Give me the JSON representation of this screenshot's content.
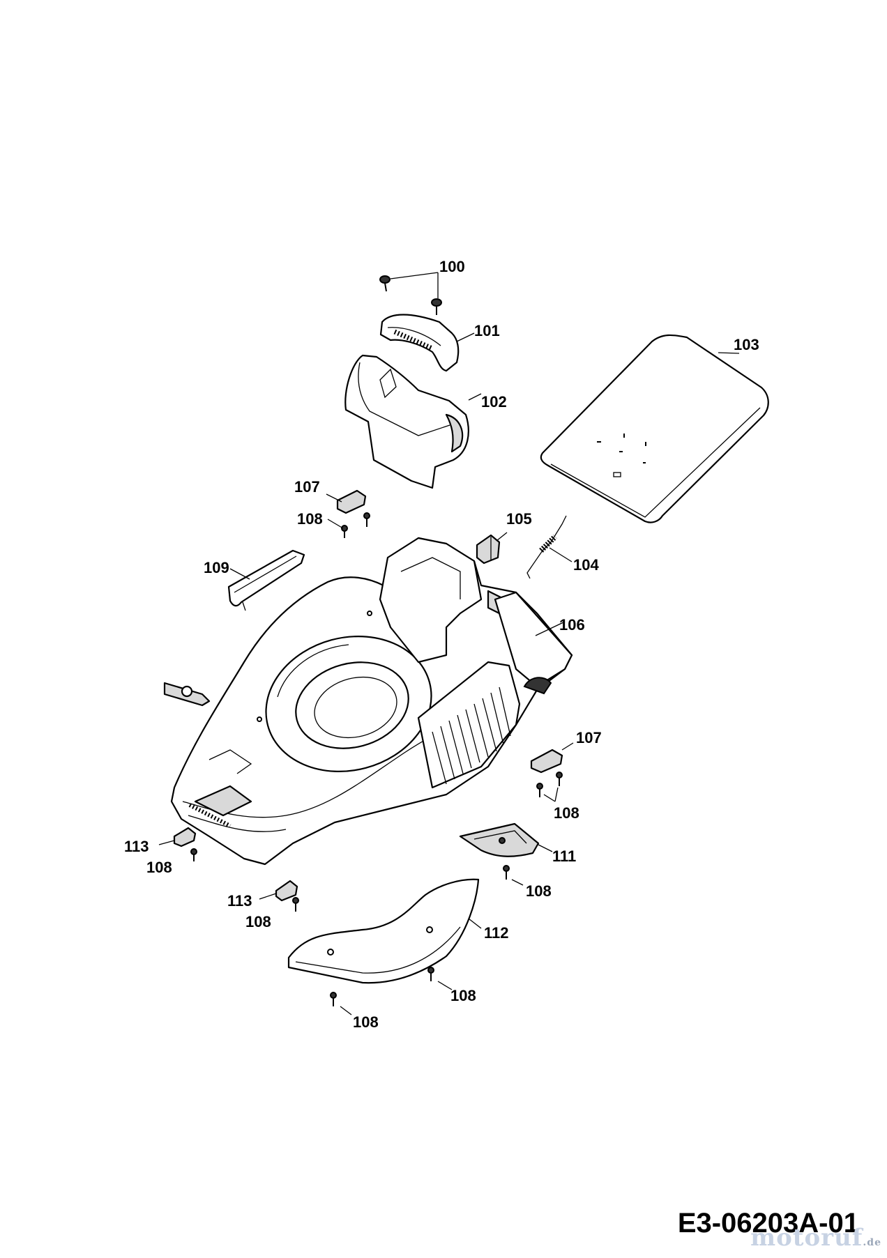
{
  "diagram": {
    "code": "E3-06203A-01",
    "watermark": "motoruf",
    "watermark_tld": ".de",
    "labels": [
      {
        "id": "l100",
        "text": "100"
      },
      {
        "id": "l101",
        "text": "101"
      },
      {
        "id": "l102",
        "text": "102"
      },
      {
        "id": "l103",
        "text": "103"
      },
      {
        "id": "l104",
        "text": "104"
      },
      {
        "id": "l105",
        "text": "105"
      },
      {
        "id": "l106",
        "text": "106"
      },
      {
        "id": "l107a",
        "text": "107"
      },
      {
        "id": "l107b",
        "text": "107"
      },
      {
        "id": "l108a",
        "text": "108"
      },
      {
        "id": "l108b",
        "text": "108"
      },
      {
        "id": "l108c",
        "text": "108"
      },
      {
        "id": "l108d",
        "text": "108"
      },
      {
        "id": "l108e",
        "text": "108"
      },
      {
        "id": "l108f",
        "text": "108"
      },
      {
        "id": "l108g",
        "text": "108"
      },
      {
        "id": "l109",
        "text": "109"
      },
      {
        "id": "l111",
        "text": "111"
      },
      {
        "id": "l112",
        "text": "112"
      },
      {
        "id": "l113a",
        "text": "113"
      },
      {
        "id": "l113b",
        "text": "113"
      }
    ]
  }
}
